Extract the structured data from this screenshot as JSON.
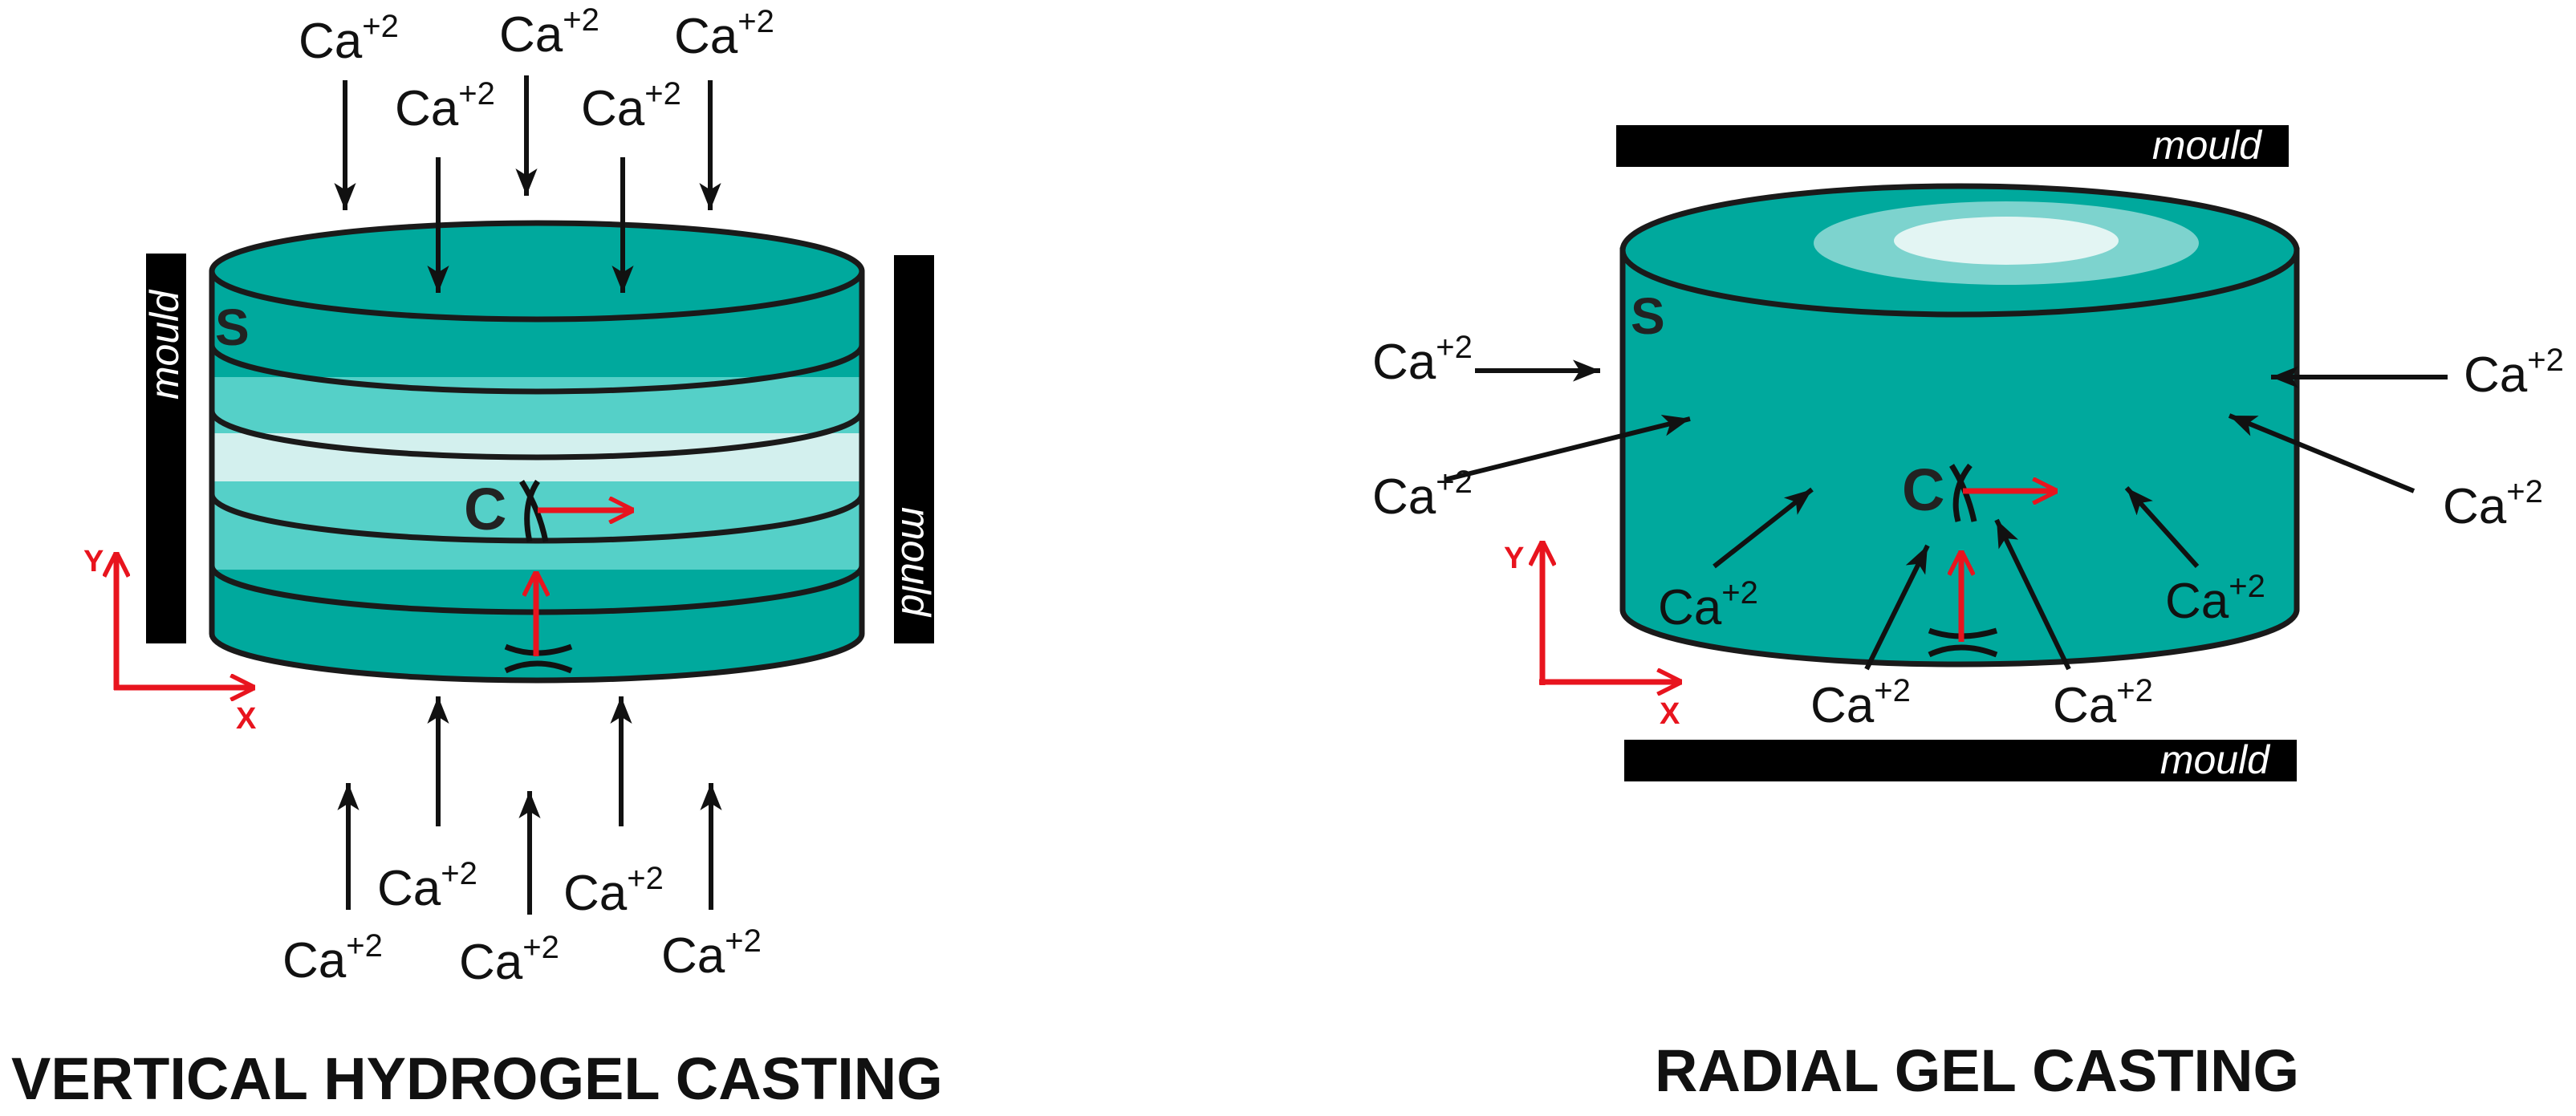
{
  "left_panel": {
    "title": "VERTICAL HYDROGEL CASTING",
    "mould_label": "mould",
    "surface_label": "S",
    "center_label": "C",
    "axis_y": "Y",
    "axis_x": "X",
    "ion_base": "Ca",
    "ion_charge": "+2"
  },
  "right_panel": {
    "title": "RADIAL GEL CASTING",
    "mould_label": "mould",
    "surface_label": "S",
    "center_label": "C",
    "axis_y": "Y",
    "axis_x": "X",
    "ion_base": "Ca",
    "ion_charge": "+2"
  },
  "colors": {
    "teal_dark": "#00a99d",
    "teal_mid": "#55d0c8",
    "teal_light": "#d3f0ee",
    "outline": "#1a1a1a",
    "axis_red": "#e8141e",
    "mould_black": "#000000"
  }
}
